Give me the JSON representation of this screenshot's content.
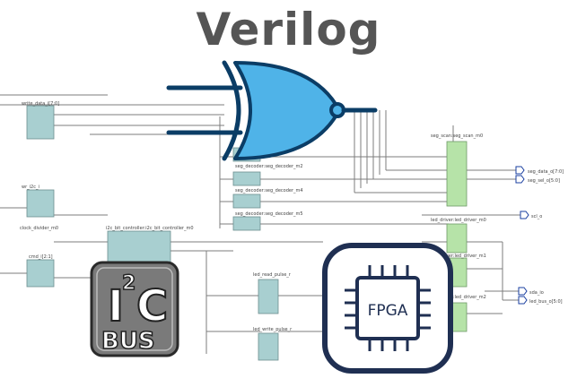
{
  "title": "Verilog",
  "i2c_logo": {
    "top": "I",
    "sup": "2",
    "letter": "C",
    "bottom": "BUS"
  },
  "fpga_label": "FPGA",
  "schematic": {
    "write_data": "write_data_i[7:0]",
    "wr_i2c": "wr_i2c_i",
    "clock_divider": "clock_divider_m0",
    "cmd": "cmd_i[2:1]",
    "i2c_controller": "i2c_bit_controller:i2c_bit_controller_m0",
    "seg_decoder_m2": "seg_decoder:seg_decoder_m2",
    "seg_decoder_m4": "seg_decoder:seg_decoder_m4",
    "seg_decoder_m5": "seg_decoder:seg_decoder_m5",
    "seg_scan": "seg_scan:seg_scan_m0",
    "led_driver_m0": "led_driver:led_driver_m0",
    "led_driver_m1": "led_driver:led_driver_m1",
    "led_driver_m2": "led_driver:led_driver_m2",
    "led_read_pulse": "led_read_pulse_r",
    "led_write_pulse": "led_write_pulse_r",
    "seg_data": "seg_data_o[7:0]",
    "seg_sel": "seg_sel_o[5:0]",
    "scl": "scl_o",
    "sda": "sda_io",
    "led_bus": "led_bus_o[5:0]"
  },
  "colors": {
    "gate_fill": "#4fb3e8",
    "gate_stroke": "#0b3d66",
    "block_fill": "#a8cfd0",
    "green_fill": "#b6e3a8",
    "fpga_frame": "#1f2f52"
  }
}
